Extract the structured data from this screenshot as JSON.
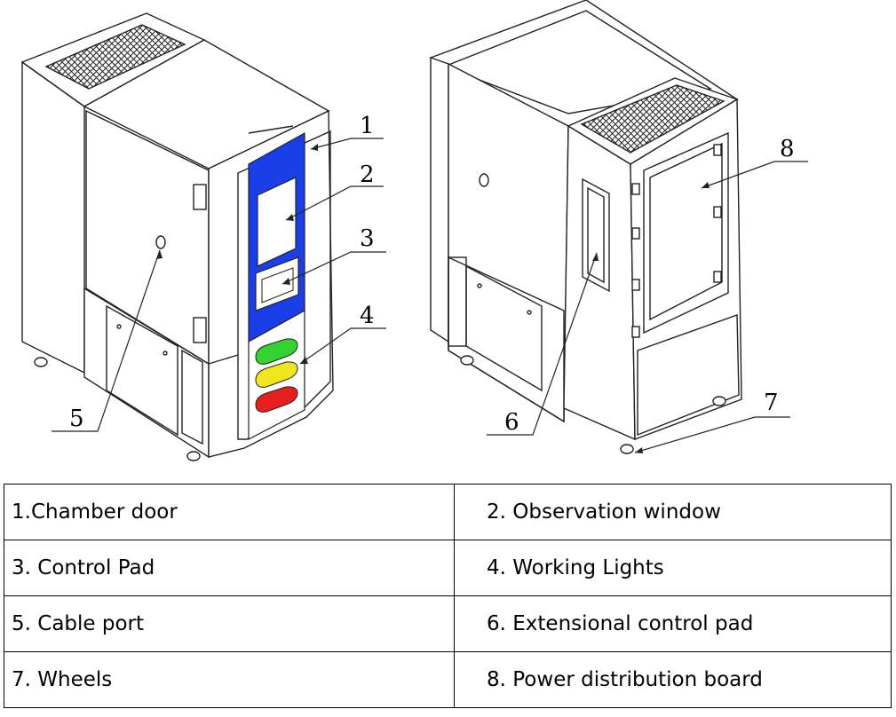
{
  "callouts": [
    "1",
    "2",
    "3",
    "4",
    "5",
    "6",
    "7",
    "8"
  ],
  "legend": {
    "rows": [
      [
        "1.Chamber door",
        "2. Observation window"
      ],
      [
        "3. Control Pad",
        "4. Working Lights"
      ],
      [
        "5. Cable port",
        "6. Extensional control pad"
      ],
      [
        "7. Wheels",
        "8. Power distribution board"
      ]
    ]
  },
  "colors": {
    "control_panel": "#1a3fe8",
    "light_green": "#32d232",
    "light_yellow": "#f0e61e",
    "light_red": "#e61e1e",
    "line": "#222222"
  }
}
